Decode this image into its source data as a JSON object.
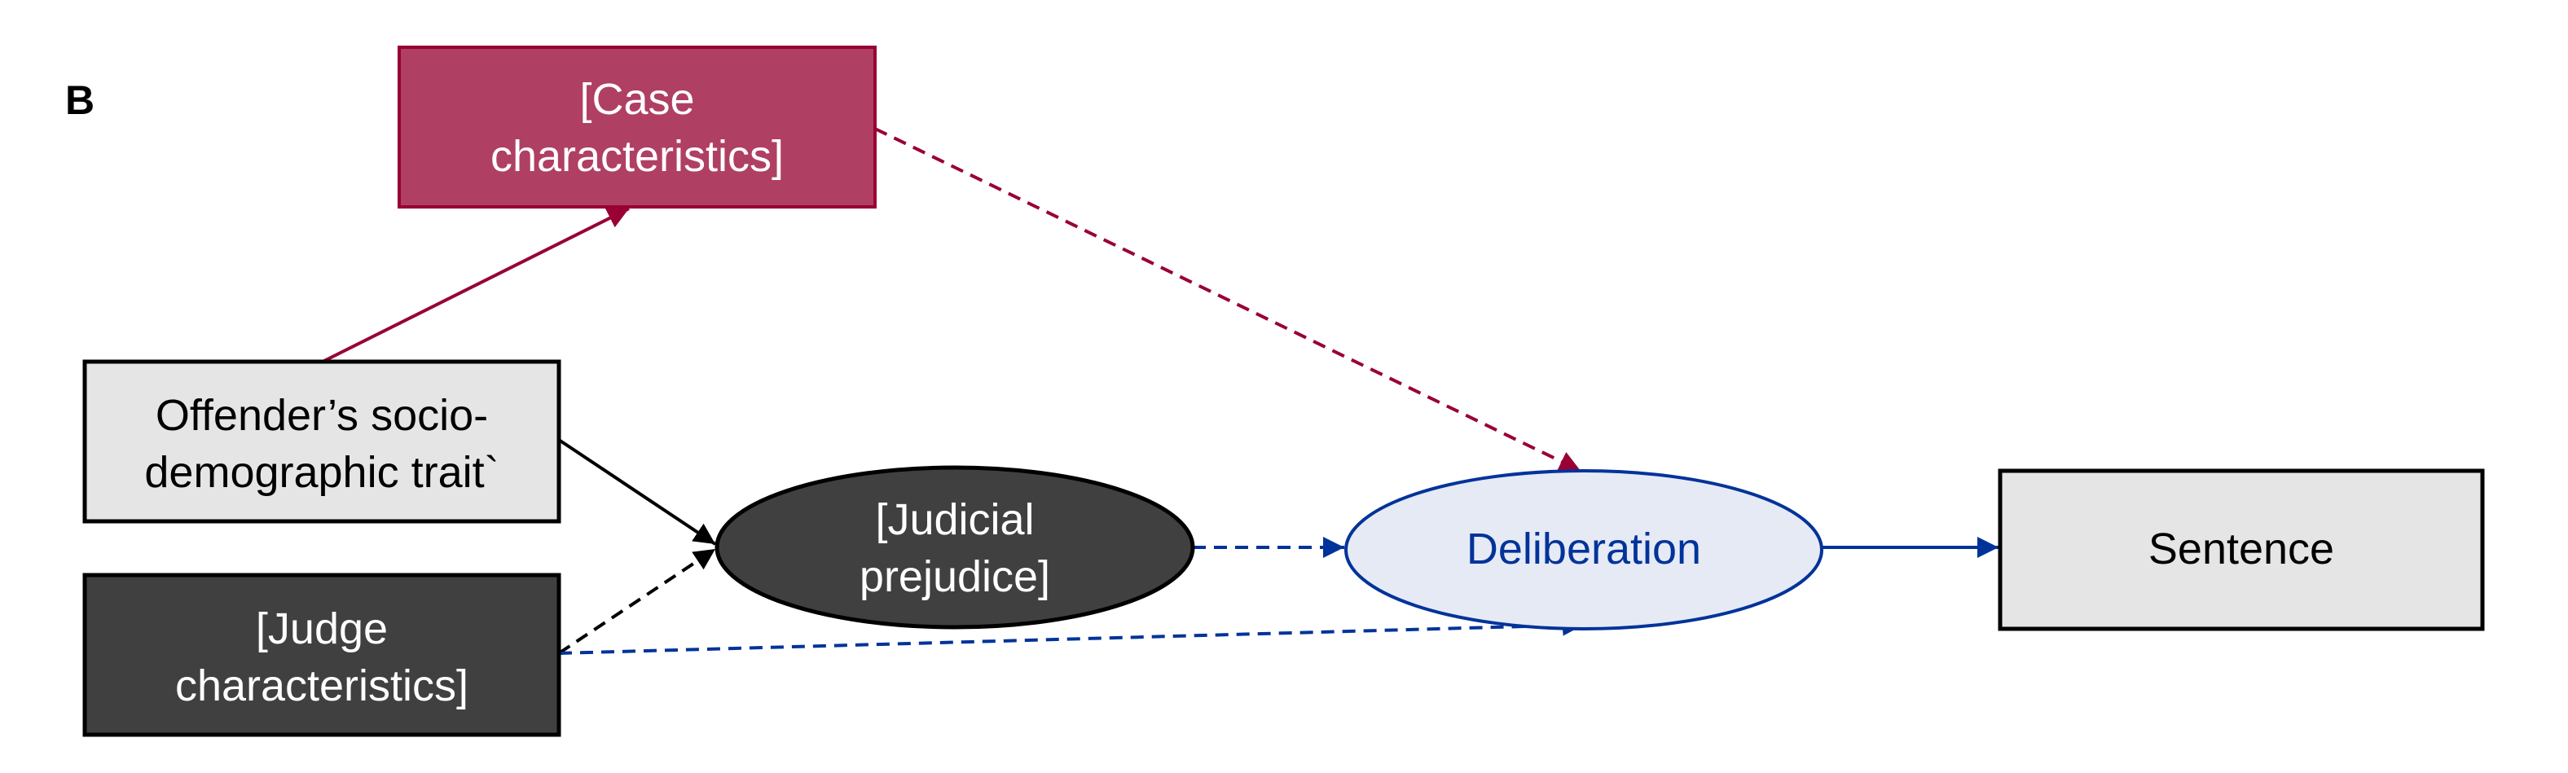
{
  "panel_label": "B",
  "colors": {
    "maroon": "#990033",
    "maroon_fill": "#b03f64",
    "blue": "#003399",
    "blue_fill": "#e6eaf5",
    "dark": "#404040",
    "light": "#e5e5e5"
  },
  "nodes": {
    "case": {
      "line1": "[Case",
      "line2": "characteristics]"
    },
    "offender": {
      "line1": "Offender’s socio-",
      "line2": "demographic trait`"
    },
    "judge": {
      "line1": "[Judge",
      "line2": "characteristics]"
    },
    "judicial": {
      "line1": "[Judicial",
      "line2": "prejudice]"
    },
    "deliberation": {
      "label": "Deliberation"
    },
    "sentence": {
      "label": "Sentence"
    }
  }
}
